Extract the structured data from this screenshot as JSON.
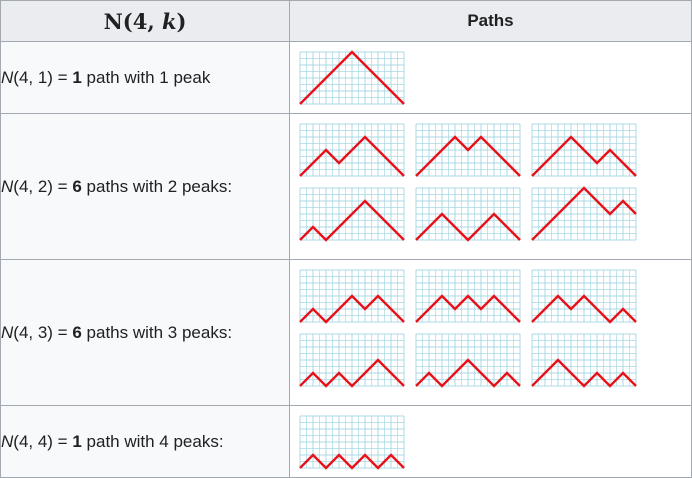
{
  "table": {
    "header": {
      "col1": {
        "n": "N",
        "args": "(4, ",
        "k": "k",
        "close": ")"
      },
      "col2": "Paths"
    },
    "rows": [
      {
        "label": {
          "name": "N",
          "args": "(4, 1) = ",
          "count": "1",
          "suffix": " path with 1 peak"
        },
        "paths": [
          [
            1,
            1,
            1,
            1,
            0,
            0,
            0,
            0
          ]
        ]
      },
      {
        "label": {
          "name": "N",
          "args": "(4, 2) = ",
          "count": "6",
          "suffix": " paths with 2 peaks:"
        },
        "paths": [
          [
            1,
            1,
            0,
            1,
            1,
            0,
            0,
            0
          ],
          [
            1,
            1,
            1,
            0,
            1,
            0,
            0,
            0
          ],
          [
            1,
            1,
            1,
            0,
            0,
            1,
            0,
            0
          ],
          [
            1,
            0,
            1,
            1,
            1,
            0,
            0,
            0
          ],
          [
            1,
            1,
            0,
            0,
            1,
            1,
            0,
            0
          ],
          [
            1,
            1,
            1,
            1,
            0,
            0,
            1,
            0
          ]
        ]
      },
      {
        "label": {
          "name": "N",
          "args": "(4, 3) = ",
          "count": "6",
          "suffix": " paths with 3 peaks:"
        },
        "paths": [
          [
            1,
            0,
            1,
            1,
            0,
            1,
            0,
            0
          ],
          [
            1,
            1,
            0,
            1,
            0,
            1,
            0,
            0
          ],
          [
            1,
            1,
            0,
            1,
            0,
            0,
            1,
            0
          ],
          [
            1,
            0,
            1,
            0,
            1,
            1,
            0,
            0
          ],
          [
            1,
            0,
            1,
            1,
            0,
            0,
            1,
            0
          ],
          [
            1,
            1,
            0,
            0,
            1,
            0,
            1,
            0
          ]
        ]
      },
      {
        "label": {
          "name": "N",
          "args": "(4, 4) = ",
          "count": "1",
          "suffix": " path with 4 peaks:"
        },
        "paths": [
          [
            1,
            0,
            1,
            0,
            1,
            0,
            1,
            0
          ]
        ]
      }
    ]
  },
  "colors": {
    "grid": "#a8d8e6",
    "path": "#e8131a",
    "header_bg": "#eaecf0",
    "label_bg": "#f8f9fa",
    "border": "#a2a9b1"
  }
}
